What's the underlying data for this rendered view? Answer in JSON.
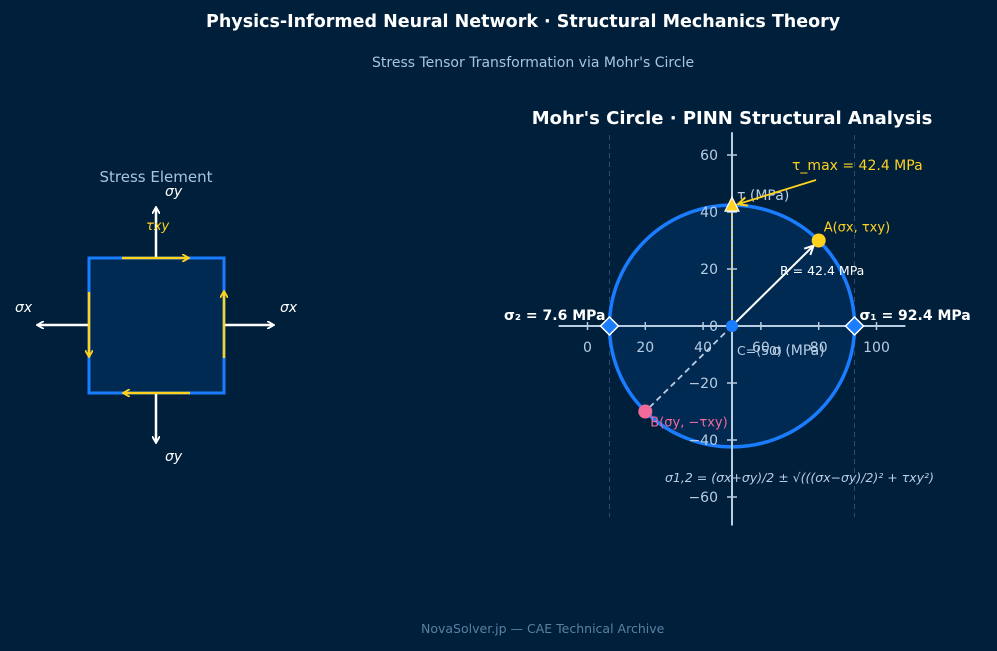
{
  "header": {
    "title": "Physics-Informed Neural Network  ·  Structural Mechanics Theory",
    "subtitle": "Stress Tensor Transformation via Mohr's Circle"
  },
  "stress_element": {
    "title": "Stress Element",
    "sigma_x": "σx",
    "sigma_y": "σy",
    "tau_xy": "τxy"
  },
  "mohr": {
    "title": "Mohr's Circle  ·  PINN Structural Analysis",
    "x_axis_label": "σ (MPa)",
    "y_axis_label": "τ (MPa)",
    "sigma1_label": "σ₁ = 92.4 MPa",
    "sigma2_label": "σ₂ = 7.6 MPa",
    "tau_max_label": "τ_max = 42.4 MPa",
    "radius_label": "R = 42.4 MPa",
    "center_label": "C=(50)",
    "point_a_label": "A(σx, τxy)",
    "point_b_label": "B(σy, −τxy)",
    "formula": "σ1,2 = (σx+σy)/2 ± √(((σx−σy)/2)² + τxy²)"
  },
  "colors": {
    "background": "#001f3b",
    "circle": "#1a7dff",
    "accent_yellow": "#ffd21f",
    "point_b": "#f06a9a",
    "axis": "#b8cde2"
  },
  "chart_data": {
    "type": "scatter",
    "title": "Mohr's Circle  ·  PINN Structural Analysis",
    "xlabel": "σ (MPa)",
    "ylabel": "τ (MPa)",
    "xlim": [
      -10,
      110
    ],
    "ylim": [
      -66,
      66
    ],
    "x_ticks": [
      0,
      20,
      40,
      60,
      80,
      100
    ],
    "y_ticks": [
      -60,
      -40,
      -20,
      0,
      20,
      40,
      60
    ],
    "center": [
      50,
      0
    ],
    "radius": 42.4,
    "points": [
      {
        "name": "A",
        "x": 80,
        "y": 30
      },
      {
        "name": "B",
        "x": 20,
        "y": -30
      },
      {
        "name": "σ1",
        "x": 92.4,
        "y": 0
      },
      {
        "name": "σ2",
        "x": 7.6,
        "y": 0
      },
      {
        "name": "τmax",
        "x": 50,
        "y": 42.4
      },
      {
        "name": "C",
        "x": 50,
        "y": 0
      }
    ]
  },
  "footer": {
    "text": "NovaSolver.jp — CAE Technical Archive"
  }
}
